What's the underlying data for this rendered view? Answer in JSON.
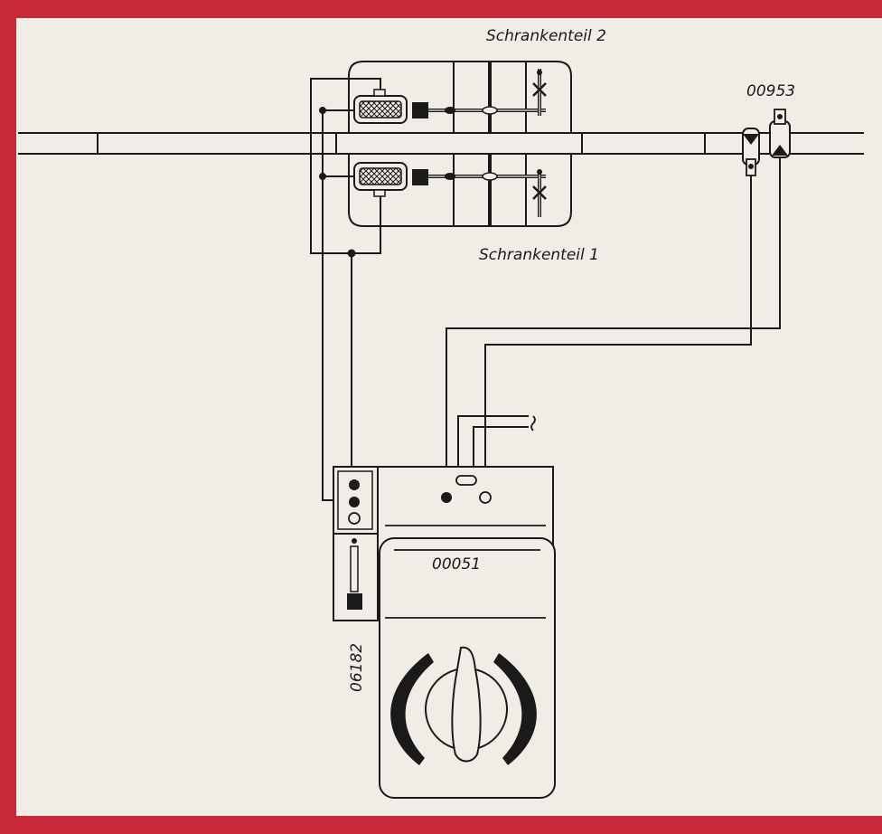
{
  "labels": {
    "barrier_part_2": "Schrankenteil 2",
    "barrier_part_1": "Schrankenteil 1",
    "contact_track": "00953",
    "control_unit": "00051",
    "switch_box": "06182"
  },
  "colors": {
    "frame": "#c8283a",
    "paper": "#f1ece6",
    "ink": "#1a1a1a"
  },
  "icons": {
    "barrier_motor": "hatched-motor-box",
    "control_knob": "rotary-knob",
    "track_contact": "contact-clip"
  }
}
